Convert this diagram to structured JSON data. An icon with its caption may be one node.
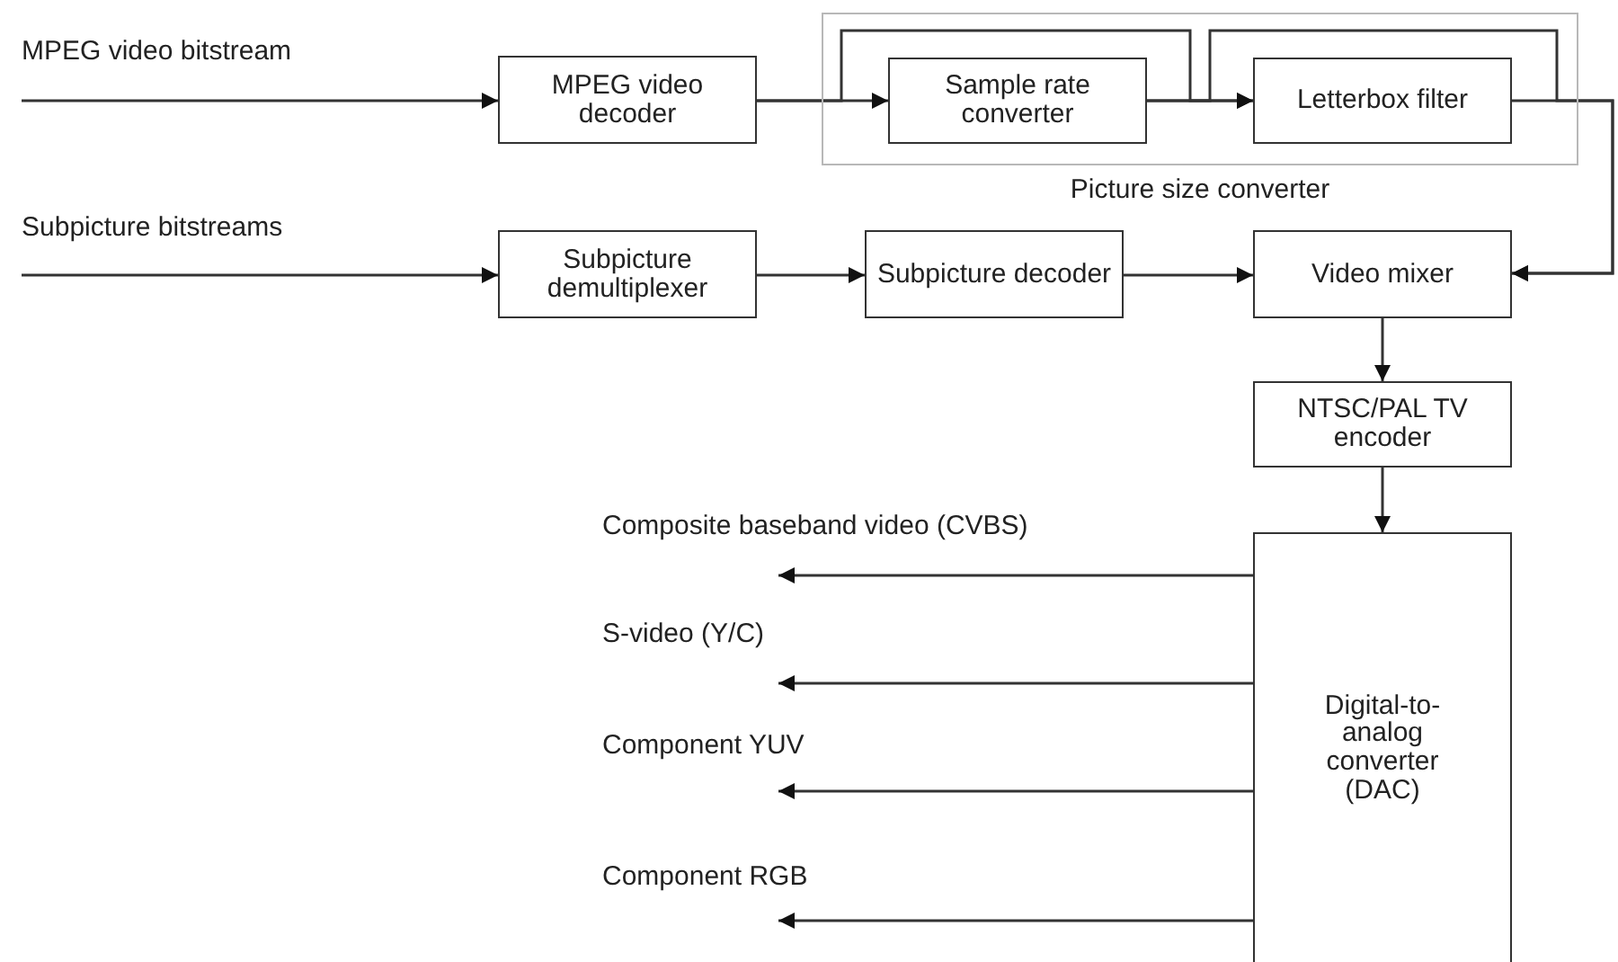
{
  "diagram": {
    "nodes": [
      {
        "text": [
          "Picture size converter"
        ]
      },
      {
        "text": [
          "MPEG video decoder"
        ]
      },
      {
        "text": [
          "Sample rate converter"
        ],
        "in": 0
      },
      {
        "text": [
          "Letterbox filter"
        ],
        "in": 0
      },
      {
        "text": [
          "Subpicture demultiplexer"
        ]
      },
      {
        "text": [
          "Subpicture decoder"
        ]
      },
      {
        "text": [
          "Video mixer"
        ]
      },
      {
        "text": [
          "NTSC/PAL TV encoder"
        ]
      },
      {
        "text": [
          "Digital-to-analog converter (DAC)"
        ]
      }
    ],
    "edges": [
      {
        "from": null,
        "to": 1,
        "arrow": "to",
        "label": "MPEG video bitstream"
      },
      {
        "from": 1,
        "to": 2,
        "arrow": "to"
      },
      {
        "from": 1,
        "to": 3,
        "arrow": "to"
      },
      {
        "from": 2,
        "to": 3,
        "arrow": "to"
      },
      {
        "from": 2,
        "to": 6,
        "arrow": "to"
      },
      {
        "from": 3,
        "to": 6,
        "arrow": "to"
      },
      {
        "from": null,
        "to": 4,
        "arrow": "to",
        "label": "Subpicture bitstreams"
      },
      {
        "from": 4,
        "to": 5,
        "arrow": "to"
      },
      {
        "from": 5,
        "to": 6,
        "arrow": "to"
      },
      {
        "from": 6,
        "to": 7,
        "arrow": "to"
      },
      {
        "from": 7,
        "to": 8,
        "arrow": "to"
      },
      {
        "from": 8,
        "to": null,
        "arrow": "to",
        "label": "Composite baseband video (CVBS)"
      },
      {
        "from": 8,
        "to": null,
        "arrow": "to",
        "label": "S-video (Y/C)"
      },
      {
        "from": 8,
        "to": null,
        "arrow": "to",
        "label": "Component YUV"
      },
      {
        "from": 8,
        "to": null,
        "arrow": "to",
        "label": "Component RGB"
      }
    ]
  }
}
